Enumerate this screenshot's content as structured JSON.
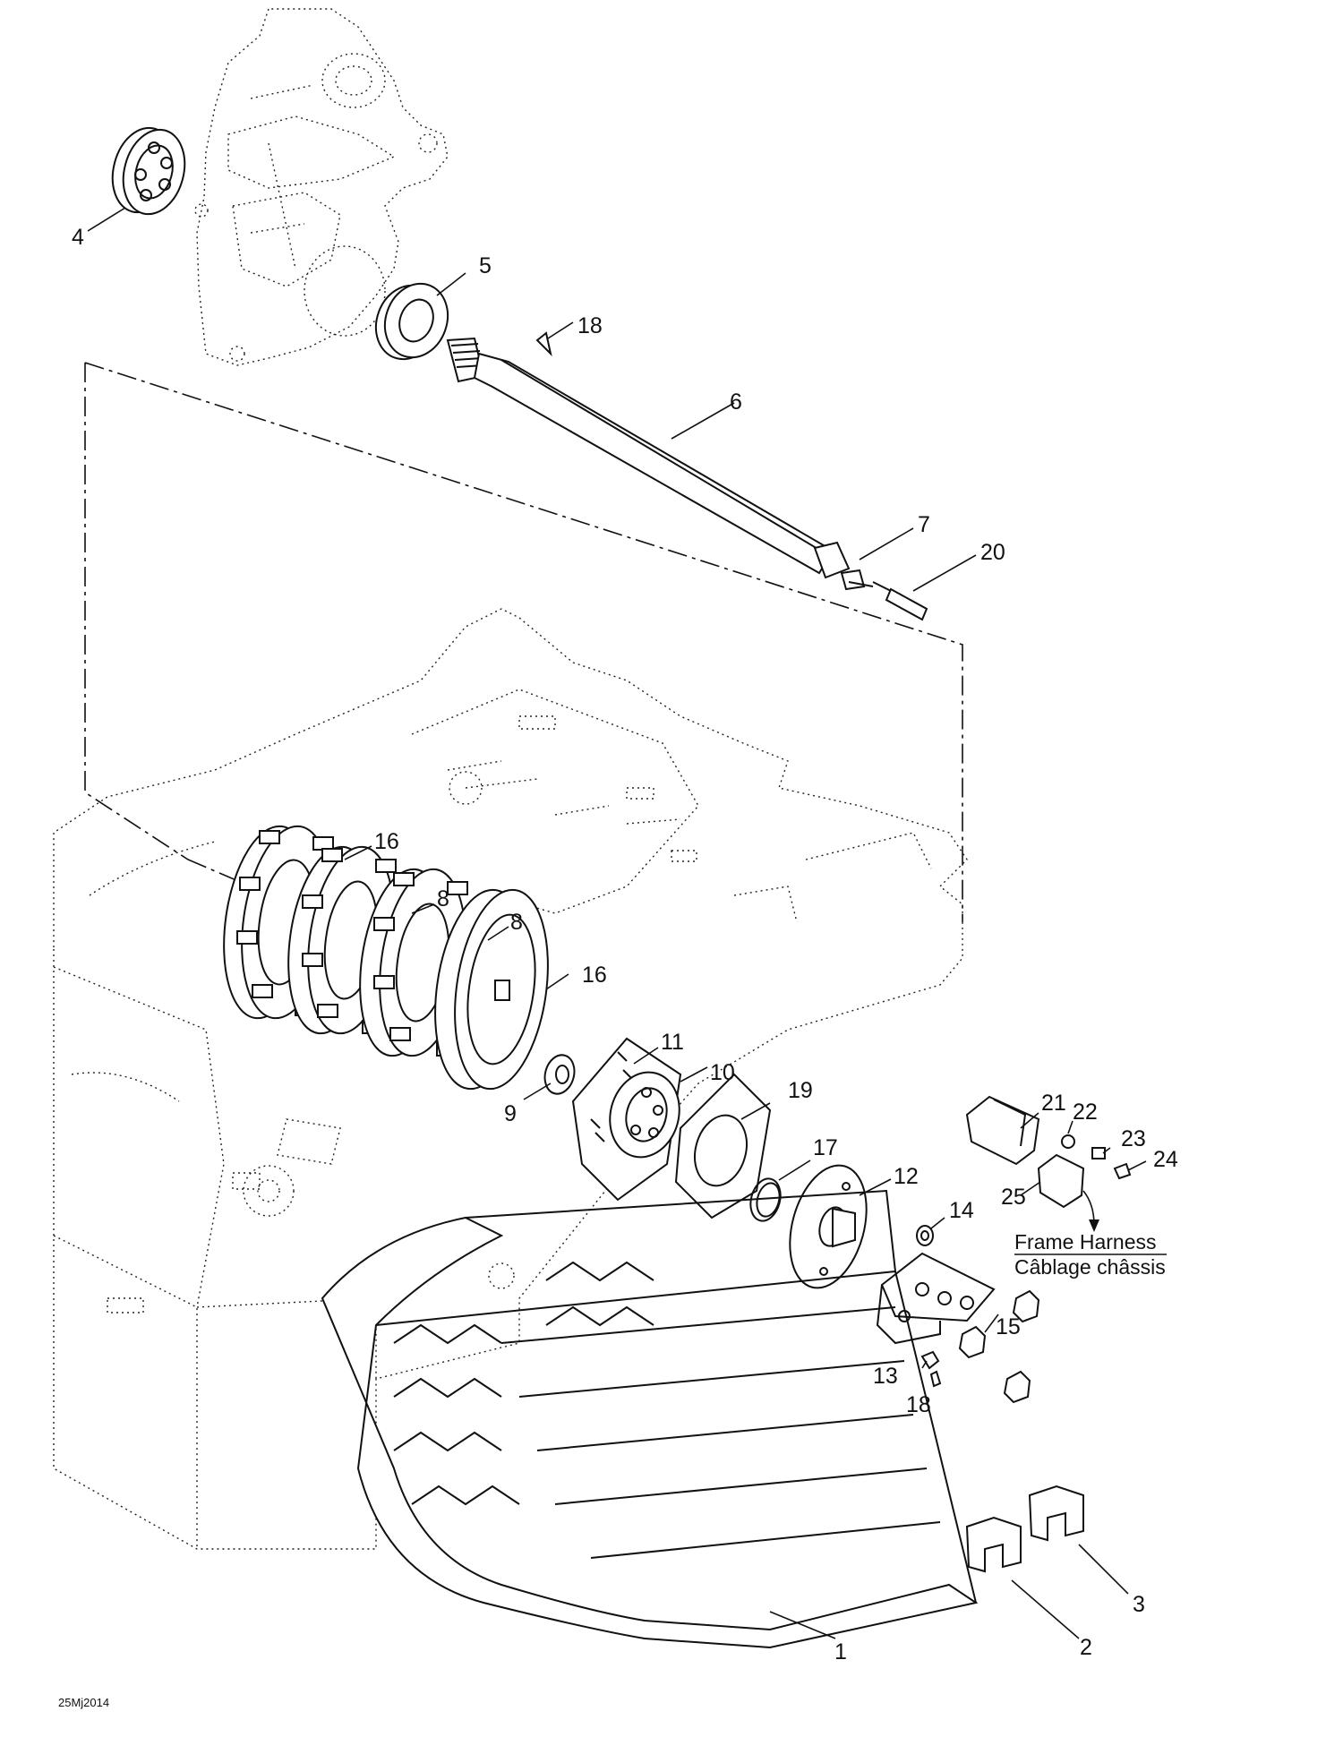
{
  "callouts": [
    {
      "id": "1",
      "text": "1"
    },
    {
      "id": "2",
      "text": "2"
    },
    {
      "id": "3",
      "text": "3"
    },
    {
      "id": "4",
      "text": "4"
    },
    {
      "id": "5",
      "text": "5"
    },
    {
      "id": "6",
      "text": "6"
    },
    {
      "id": "7",
      "text": "7"
    },
    {
      "id": "8a",
      "text": "8"
    },
    {
      "id": "8b",
      "text": "8"
    },
    {
      "id": "9",
      "text": "9"
    },
    {
      "id": "10",
      "text": "10"
    },
    {
      "id": "11",
      "text": "11"
    },
    {
      "id": "12",
      "text": "12"
    },
    {
      "id": "13",
      "text": "13"
    },
    {
      "id": "14",
      "text": "14"
    },
    {
      "id": "15",
      "text": "15"
    },
    {
      "id": "16a",
      "text": "16"
    },
    {
      "id": "16b",
      "text": "16"
    },
    {
      "id": "17",
      "text": "17"
    },
    {
      "id": "18a",
      "text": "18"
    },
    {
      "id": "18b",
      "text": "18"
    },
    {
      "id": "19",
      "text": "19"
    },
    {
      "id": "20",
      "text": "20"
    },
    {
      "id": "21",
      "text": "21"
    },
    {
      "id": "22",
      "text": "22"
    },
    {
      "id": "23",
      "text": "23"
    },
    {
      "id": "24",
      "text": "24"
    },
    {
      "id": "25",
      "text": "25"
    }
  ],
  "harness_note": {
    "line1": "Frame Harness",
    "line2": "Câblage châssis"
  },
  "drawing_code": "25Mj2014"
}
